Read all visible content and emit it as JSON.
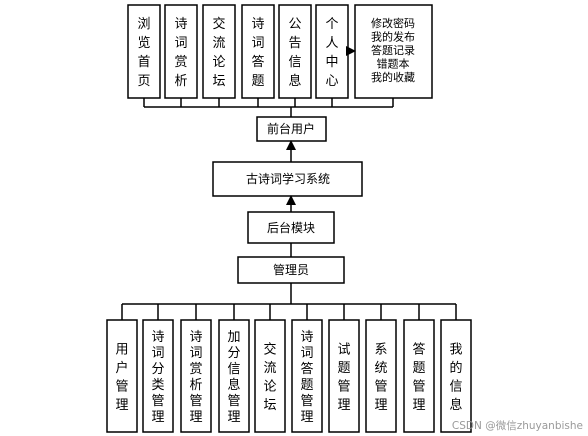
{
  "top_modules": [
    {
      "label": "浏览首页"
    },
    {
      "label": "诗词赏析"
    },
    {
      "label": "交流论坛"
    },
    {
      "label": "诗词答题"
    },
    {
      "label": "公告信息"
    },
    {
      "label": "个人中心"
    }
  ],
  "personal_center_items": [
    "修改密码",
    "我的发布",
    "答题记录",
    "错题本",
    "我的收藏"
  ],
  "front_user": "前台用户",
  "system": "古诗词学习系统",
  "backend": "后台模块",
  "admin": "管理员",
  "admin_modules": [
    {
      "label": "用户管理"
    },
    {
      "label": "诗词分类管理"
    },
    {
      "label": "诗词赏析管理"
    },
    {
      "label": "加分信息管理"
    },
    {
      "label": "交流论坛"
    },
    {
      "label": "诗词答题管理"
    },
    {
      "label": "试题管理"
    },
    {
      "label": "系统管理"
    },
    {
      "label": "答题管理"
    },
    {
      "label": "我的信息"
    }
  ],
  "watermark": "CSDN @微信zhuyanbishe"
}
